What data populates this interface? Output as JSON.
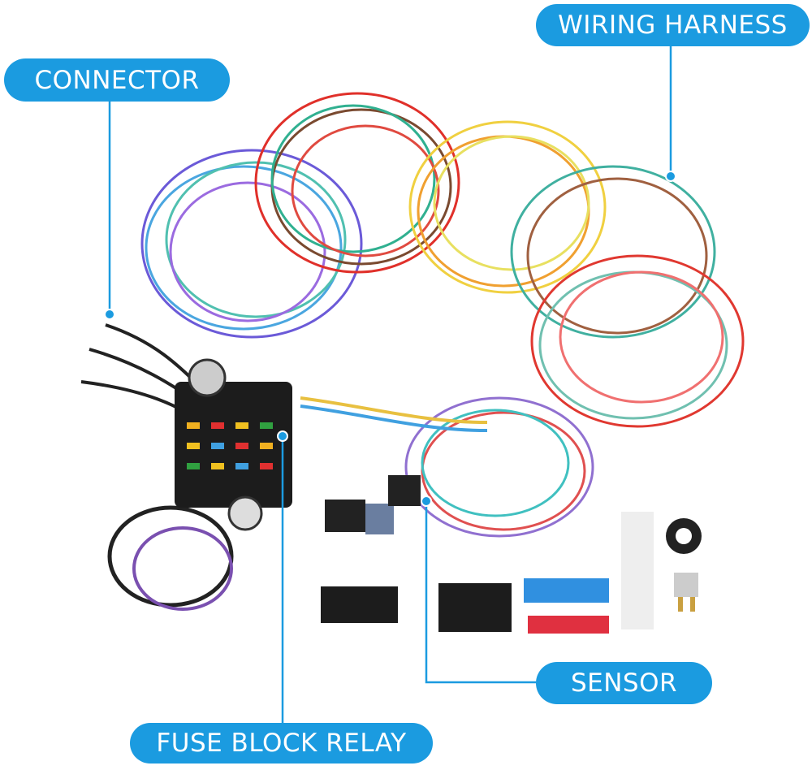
{
  "callouts": {
    "connector": "CONNECTOR",
    "wiring_harness": "WIRING HARNESS",
    "sensor": "SENSOR",
    "fuse_block_relay": "FUSE BLOCK RELAY"
  },
  "colors": {
    "callout": "#1b9be0"
  }
}
